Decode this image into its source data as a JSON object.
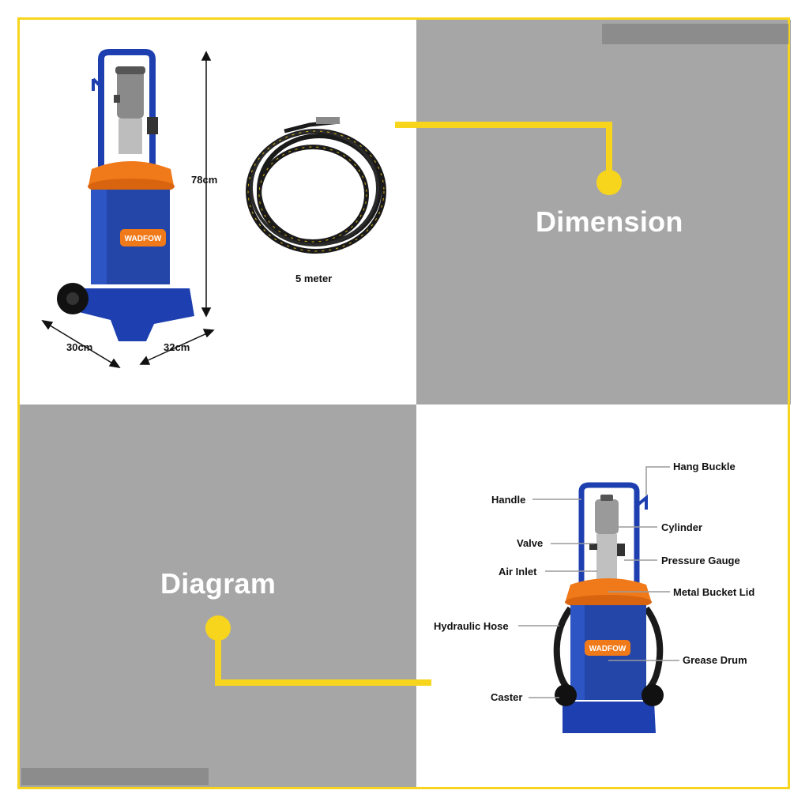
{
  "headings": {
    "dimension": "Dimension",
    "diagram": "Diagram"
  },
  "dimensions": {
    "height": "78cm",
    "depth": "30cm",
    "width": "32cm",
    "hose_length": "5 meter"
  },
  "brand": "WADFOW",
  "parts": {
    "hang_buckle": "Hang Buckle",
    "handle": "Handle",
    "cylinder": "Cylinder",
    "valve": "Valve",
    "pressure_gauge": "Pressure Gauge",
    "air_inlet": "Air Inlet",
    "metal_bucket_lid": "Metal Bucket Lid",
    "hydraulic_hose": "Hydraulic Hose",
    "grease_drum": "Grease Drum",
    "caster": "Caster"
  },
  "colors": {
    "accent": "#f7d51d",
    "panel_gray": "#a7a6a6",
    "drum_blue": "#2346a8",
    "lid_orange": "#f07a1a"
  }
}
